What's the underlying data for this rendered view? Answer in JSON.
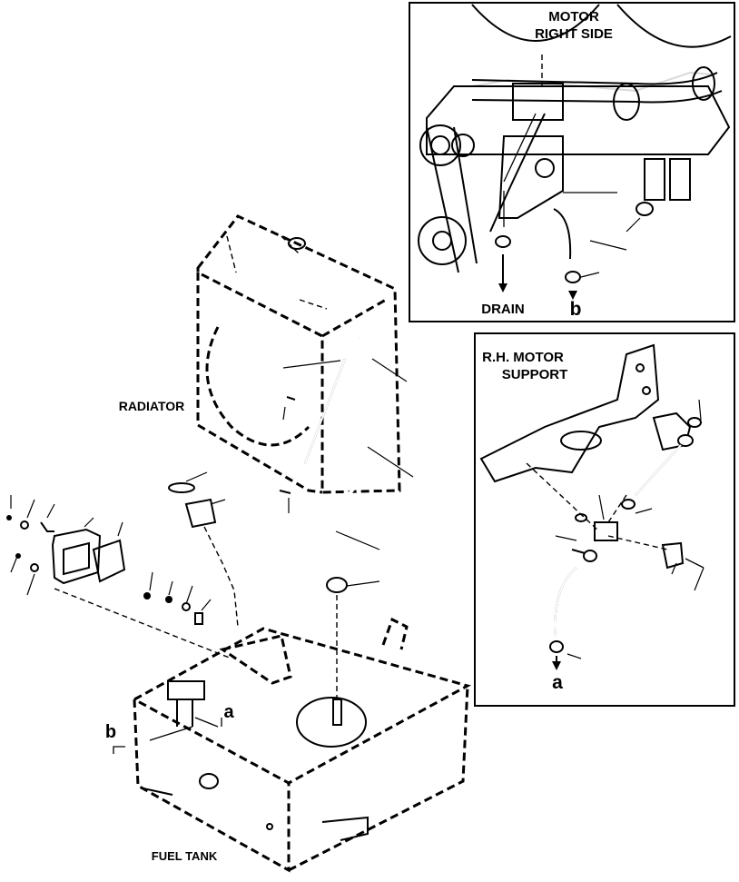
{
  "labels": {
    "motor_right_side_line1": "MOTOR",
    "motor_right_side_line2": "RIGHT SIDE",
    "drain": "DRAIN",
    "callout_b_inset": "b",
    "rh_motor_support_line1": "R.H. MOTOR",
    "rh_motor_support_line2": "SUPPORT",
    "callout_a_inset": "a",
    "radiator": "RADIATOR",
    "callout_a_tank": "a",
    "callout_b_tank": "b",
    "fuel_tank": "FUEL TANK"
  }
}
